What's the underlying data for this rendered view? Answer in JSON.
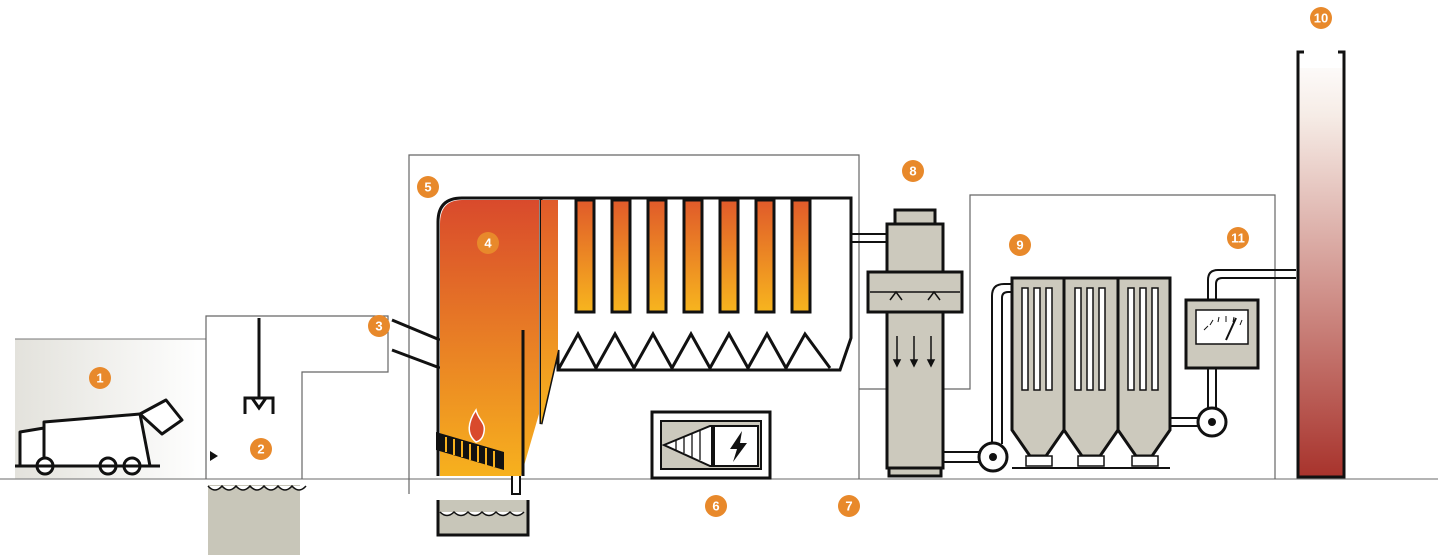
{
  "diagram": {
    "badge_color": "#e8892b",
    "badges": [
      {
        "id": "1",
        "label": "1"
      },
      {
        "id": "2",
        "label": "2"
      },
      {
        "id": "3",
        "label": "3"
      },
      {
        "id": "4",
        "label": "4"
      },
      {
        "id": "5",
        "label": "5"
      },
      {
        "id": "6",
        "label": "6"
      },
      {
        "id": "7",
        "label": "7"
      },
      {
        "id": "8",
        "label": "8"
      },
      {
        "id": "9",
        "label": "9"
      },
      {
        "id": "10",
        "label": "10"
      },
      {
        "id": "11",
        "label": "11"
      }
    ],
    "colors": {
      "line": "#111111",
      "equipment_fill": "#ccc9bd",
      "pit_fill": "#c8c6b9",
      "fire_top": "#d94a2c",
      "fire_bottom": "#f7b11e",
      "chimney_top": "#ffffff",
      "chimney_bottom": "#a8332c",
      "truck_area": "#ecebe6"
    },
    "icons": [
      "garbage-truck-icon",
      "grab-crane-icon",
      "flame-icon",
      "turbine-icon",
      "lightning-icon",
      "gauge-icon",
      "fan-icon"
    ]
  }
}
